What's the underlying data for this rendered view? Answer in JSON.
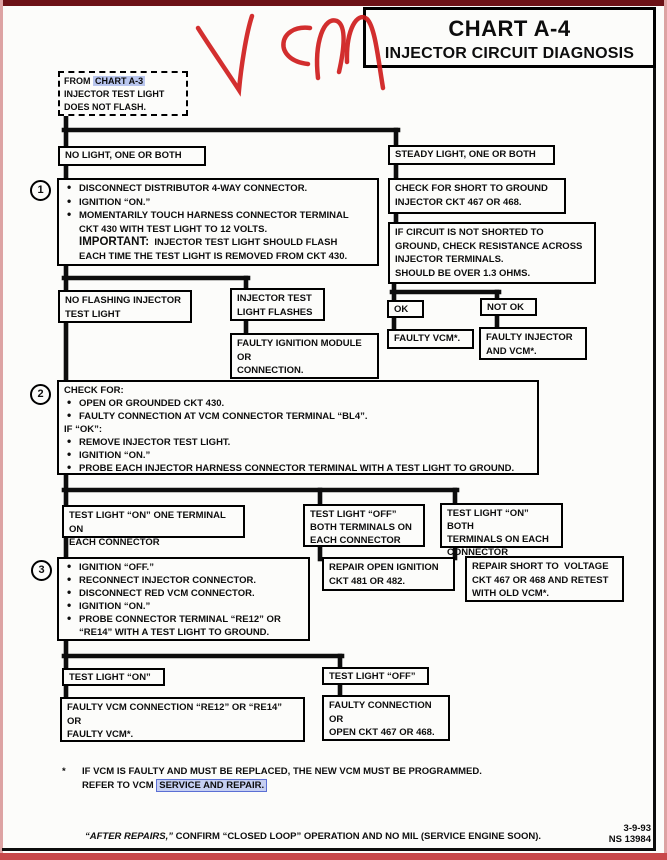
{
  "header": {
    "title_line1": "CHART A-4",
    "title_line2": "INJECTOR CIRCUIT DIAGNOSIS"
  },
  "annotation": {
    "text": "VCM"
  },
  "colors": {
    "marker_red": "#cf1d1d",
    "top_bar": "#6d1217",
    "bottom_bar": "#c8494b",
    "link_highlight": "#c6cff2"
  },
  "flow": {
    "from_box": {
      "prefix": "FROM ",
      "link": "CHART A-3",
      "line2": "INJECTOR TEST LIGHT",
      "line3": "DOES NOT FLASH."
    },
    "no_light": "NO LIGHT, ONE OR BOTH",
    "steady_light": "STEADY LIGHT, ONE OR BOTH",
    "step1": {
      "number": "1",
      "lines": [
        "DISCONNECT DISTRIBUTOR 4-WAY CONNECTOR.",
        "IGNITION “ON.”",
        "MOMENTARILY TOUCH HARNESS CONNECTOR TERMINAL",
        "CKT 430 WITH TEST LIGHT TO 12 VOLTS."
      ],
      "important_label": "IMPORTANT:",
      "important_text": "  INJECTOR TEST LIGHT SHOULD FLASH",
      "important_cont": "EACH TIME THE TEST LIGHT IS REMOVED FROM CKT 430."
    },
    "check_short": {
      "line1": "CHECK FOR SHORT TO GROUND",
      "line2": "INJECTOR CKT 467 OR 468."
    },
    "if_circuit": {
      "line1": "IF CIRCUIT IS NOT SHORTED TO",
      "line2": "GROUND, CHECK RESISTANCE ACROSS",
      "line3": "INJECTOR TERMINALS.",
      "line4": "SHOULD BE OVER 1.3 OHMS."
    },
    "no_flashing": "NO FLASHING INJECTOR TEST LIGHT",
    "flashes": "INJECTOR TEST LIGHT FLASHES",
    "faulty_ignition": {
      "line1": "FAULTY IGNITION MODULE",
      "line2": "OR",
      "line3": "CONNECTION."
    },
    "ok": "OK",
    "not_ok": "NOT OK",
    "faulty_vcm": "FAULTY VCM*.",
    "faulty_injector_vcm": {
      "line1": "FAULTY INJECTOR",
      "line2": "AND VCM*."
    },
    "step2": {
      "number": "2",
      "head": "CHECK FOR:",
      "b1": "OPEN OR GROUNDED CKT 430.",
      "b2": "FAULTY CONNECTION AT VCM CONNECTOR TERMINAL “BL4”.",
      "mid": "IF “OK”:",
      "b3": "REMOVE INJECTOR TEST LIGHT.",
      "b4": "IGNITION “ON.”",
      "b5": "PROBE EACH INJECTOR HARNESS CONNECTOR TERMINAL WITH A TEST LIGHT TO GROUND."
    },
    "tl_on_one": {
      "line1": "TEST LIGHT “ON” ONE TERMINAL ON",
      "line2": "EACH CONNECTOR"
    },
    "tl_off_both": {
      "line1": "TEST LIGHT “OFF”",
      "line2": "BOTH TERMINALS ON",
      "line3": "EACH CONNECTOR"
    },
    "tl_on_both": {
      "line1": "TEST LIGHT “ON” BOTH",
      "line2": "TERMINALS ON EACH",
      "line3": "CONNECTOR"
    },
    "step3": {
      "number": "3",
      "b1": "IGNITION “OFF.”",
      "b2": "RECONNECT INJECTOR CONNECTOR.",
      "b3": "DISCONNECT RED VCM CONNECTOR.",
      "b4": "IGNITION “ON.”",
      "b5": "PROBE CONNECTOR TERMINAL “RE12” OR",
      "b5_cont": "“RE14” WITH A TEST LIGHT TO GROUND."
    },
    "repair_open": {
      "line1": "REPAIR OPEN IGNITION",
      "line2": "CKT 481 OR 482."
    },
    "repair_short": {
      "line1": "REPAIR SHORT TO  VOLTAGE",
      "line2": "CKT 467 OR 468 AND RETEST",
      "line3": "WITH OLD VCM*."
    },
    "tl_on": "TEST LIGHT “ON”",
    "tl_off": "TEST LIGHT “OFF”",
    "faulty_vcm_conn": {
      "line1": "FAULTY VCM CONNECTION “RE12” OR “RE14”",
      "line2": "OR",
      "line3": "FAULTY VCM*."
    },
    "faulty_conn_open": {
      "line1": "FAULTY CONNECTION",
      "line2": "OR",
      "line3": "OPEN CKT 467 OR 468."
    }
  },
  "footnote": {
    "marker": "*",
    "line1": "IF VCM IS FAULTY AND MUST BE REPLACED, THE NEW VCM MUST BE PROGRAMMED.",
    "line2_prefix": "REFER TO VCM ",
    "link": "SERVICE AND REPAIR."
  },
  "footer": {
    "italic": "“AFTER REPAIRS,”",
    "rest": " CONFIRM “CLOSED LOOP” OPERATION AND NO MIL (SERVICE ENGINE SOON).",
    "date": "3-9-93",
    "doc_number": "NS 13984"
  }
}
